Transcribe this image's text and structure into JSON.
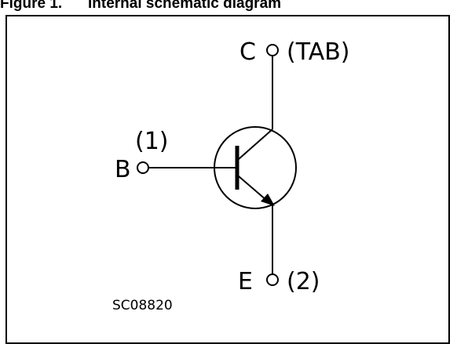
{
  "caption": {
    "number": "Figure 1.",
    "title": "Internal schematic diagram"
  },
  "pins": {
    "collector": {
      "letter": "C",
      "number": "(TAB)"
    },
    "base": {
      "letter": "B",
      "number": "(1)"
    },
    "emitter": {
      "letter": "E",
      "number": "(2)"
    }
  },
  "drawing_code": "SC08820"
}
